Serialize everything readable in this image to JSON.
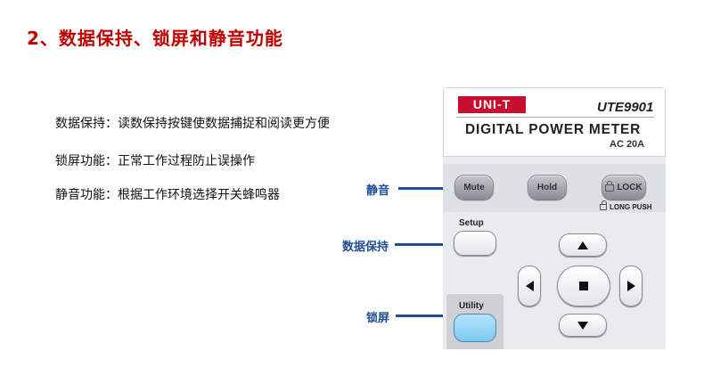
{
  "page": {
    "title": "2、数据保持、锁屏和静音功能",
    "features": [
      "数据保持：读数保持按键使数据捕捉和阅读更方便",
      "锁屏功能：正常工作过程防止误操作",
      "静音功能：根据工作环境选择开关蜂鸣器"
    ]
  },
  "annotations": {
    "mute": "静音",
    "hold": "数据保持",
    "lock": "锁屏"
  },
  "device": {
    "brand": "UNI-T",
    "model": "UTE9901",
    "name": "DIGITAL POWER METER",
    "rating": "AC 20A",
    "buttons": {
      "mute": "Mute",
      "hold": "Hold",
      "lock": "LOCK",
      "long_push": "LONG PUSH",
      "setup": "Setup",
      "utility": "Utility"
    },
    "colors": {
      "brand": "#c8102e",
      "utility_button": "#8fd3f5",
      "annotation": "#1f4e9a",
      "title": "#c00000"
    }
  }
}
